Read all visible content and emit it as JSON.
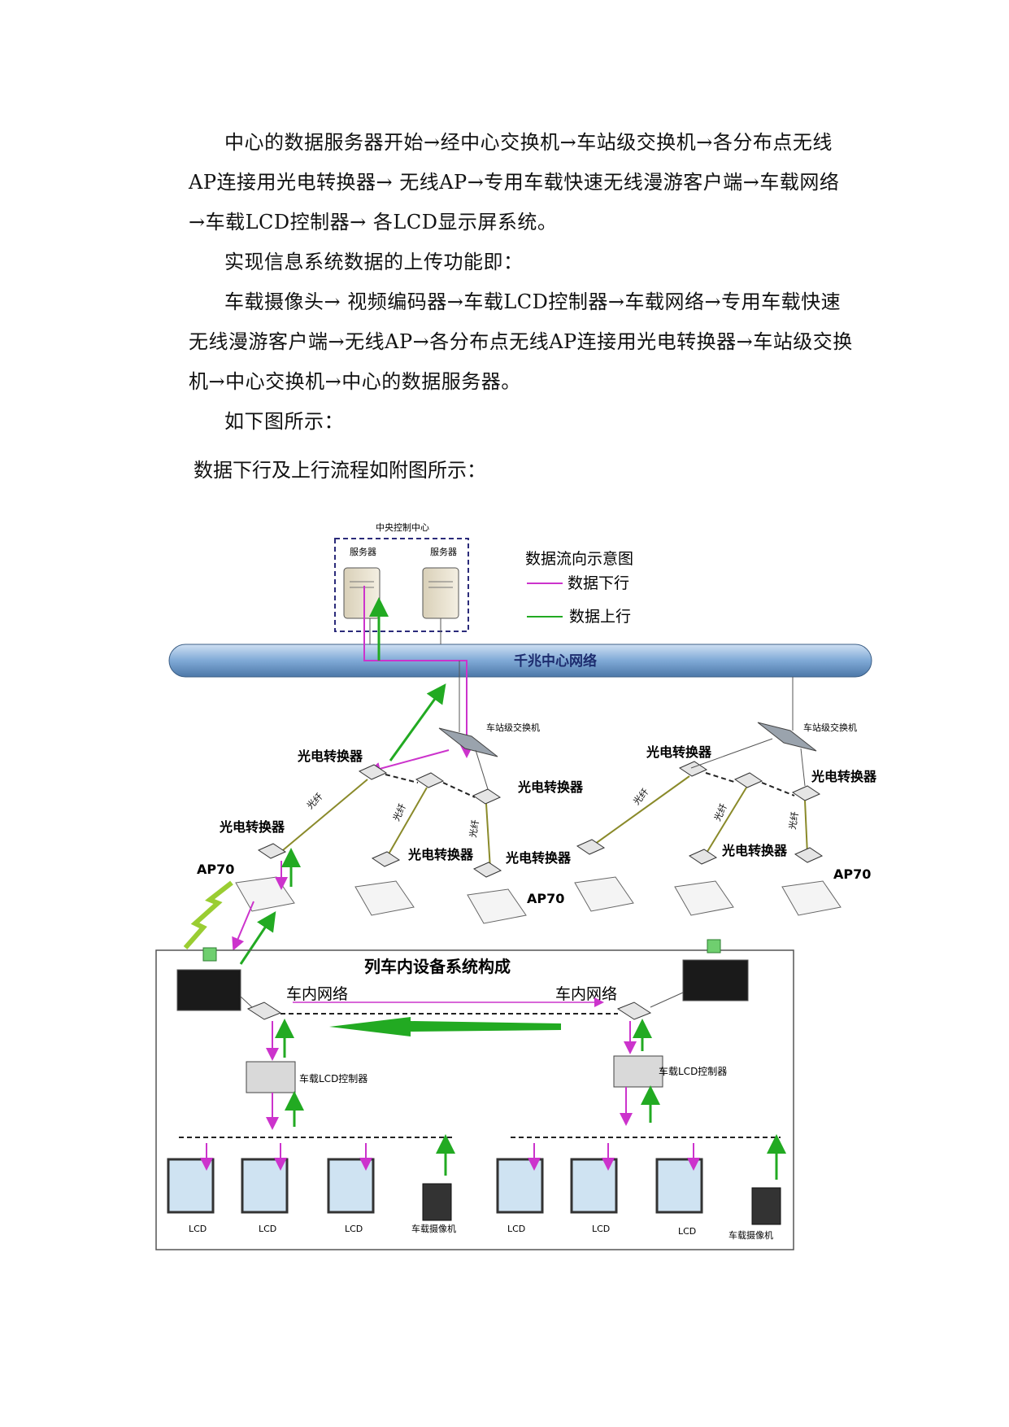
{
  "paragraphs": {
    "downstream_flow": "中心的数据服务器开始→经中心交换机→车站级交换机→各分布点无线AP连接用光电转换器→ 无线AP→专用车载快速无线漫游客户端→车载网络→车载LCD控制器→ 各LCD显示屏系统。",
    "upload_intro": "实现信息系统数据的上传功能即：",
    "upstream_flow": "车载摄像头→ 视频编码器→车载LCD控制器→车载网络→专用车载快速无线漫游客户端→无线AP→各分布点无线AP连接用光电转换器→车站级交换机→中心交换机→中心的数据服务器。",
    "see_below": "如下图所示："
  },
  "caption": "数据下行及上行流程如附图所示：",
  "diagram": {
    "center_title": "中央控制中心",
    "server_left": "服务器",
    "server_right": "服务器",
    "legend_title": "数据流向示意图",
    "legend_down": "数据下行",
    "legend_up": "数据上行",
    "backbone": "千兆中心网络",
    "station_switch_left": "车站级交换机",
    "station_switch_right": "车站级交换机",
    "converter": "光电转换器",
    "fiber": "光纤",
    "ap": "AP70",
    "train_title": "列车内设备系统构成",
    "train_network": "车内网络",
    "lcd_controller": "车载LCD控制器",
    "lcd": "LCD",
    "camera": "车载摄像机",
    "colors": {
      "downstream": "#cc33cc",
      "upstream": "#22aa22",
      "backbone": "#6f9bc9",
      "fiber": "#8a8a2a",
      "frame": "#2b2b7a"
    }
  }
}
